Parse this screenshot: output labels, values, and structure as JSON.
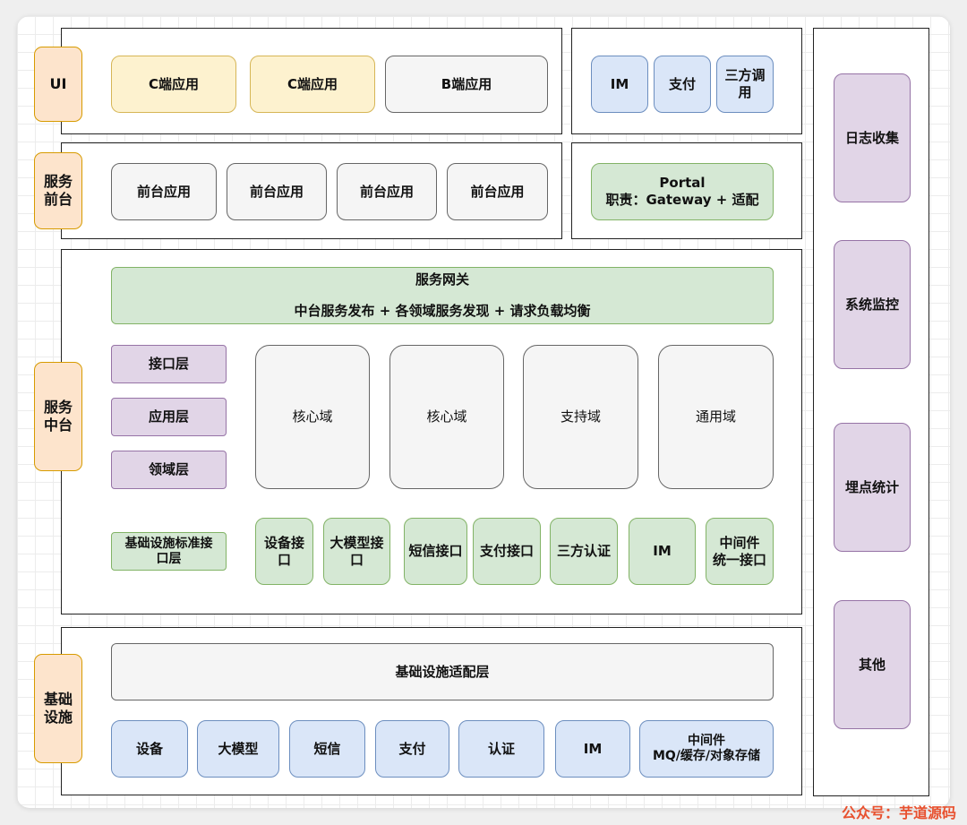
{
  "left_labels": {
    "ui": "UI",
    "service_front": "服务\n前台",
    "service_middle": "服务\n中台",
    "infrastructure": "基础\n设施"
  },
  "ui_layer": {
    "apps": [
      "C端应用",
      "C端应用",
      "B端应用"
    ],
    "services": [
      "IM",
      "支付",
      "三方调\n用"
    ]
  },
  "front_layer": {
    "apps": [
      "前台应用",
      "前台应用",
      "前台应用",
      "前台应用"
    ],
    "portal_line1": "Portal",
    "portal_line2": "职责：Gateway + 适配"
  },
  "middle_layer": {
    "gateway_title": "服务网关",
    "gateway_desc": "中台服务发布 + 各领域服务发现 + 请求负载均衡",
    "layers": [
      "接口层",
      "应用层",
      "领域层"
    ],
    "domains": [
      "核心域",
      "核心域",
      "支持域",
      "通用域"
    ],
    "infra_interface_layer": "基础设施标准接\n口层",
    "interfaces": [
      "设备接\n口",
      "大模型接\n口",
      "短信接口",
      "支付接口",
      "三方认证",
      "IM",
      "中间件\n统一接口"
    ]
  },
  "infra_layer": {
    "adapter": "基础设施适配层",
    "items": [
      "设备",
      "大模型",
      "短信",
      "支付",
      "认证",
      "IM",
      "中间件\nMQ/缓存/对象存储"
    ]
  },
  "right_column": [
    "日志收集",
    "系统监控",
    "埋点统计",
    "其他"
  ],
  "watermark": "公众号：芋道源码",
  "colors": {
    "yellow": "#fdf2cf",
    "gray": "#f5f5f5",
    "blue": "#dae6f8",
    "green": "#d5e8d4",
    "purple": "#e1d5e7",
    "orange": "#fde4cc",
    "watermark": "#e8512f"
  }
}
